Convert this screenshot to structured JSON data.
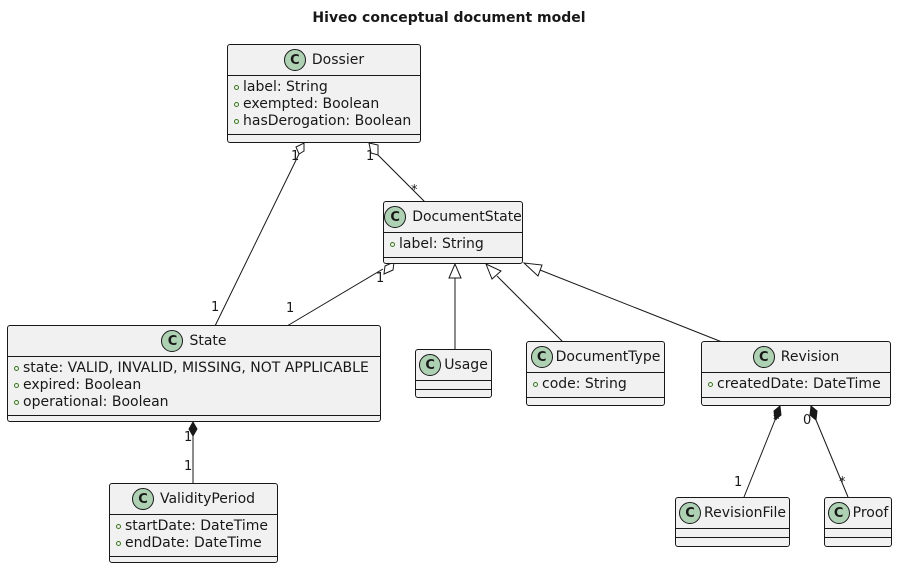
{
  "title": "Hiveo conceptual document model",
  "classes": {
    "dossier": {
      "name": "Dossier",
      "attributes": [
        "label: String",
        "exempted: Boolean",
        "hasDerogation: Boolean"
      ]
    },
    "document_state": {
      "name": "DocumentState",
      "attributes": [
        "label: String"
      ]
    },
    "state": {
      "name": "State",
      "attributes": [
        "state: VALID, INVALID, MISSING, NOT APPLICABLE",
        "expired: Boolean",
        "operational: Boolean"
      ]
    },
    "usage": {
      "name": "Usage",
      "attributes": []
    },
    "document_type": {
      "name": "DocumentType",
      "attributes": [
        "code: String"
      ]
    },
    "revision": {
      "name": "Revision",
      "attributes": [
        "createdDate: DateTime"
      ]
    },
    "validity_period": {
      "name": "ValidityPeriod",
      "attributes": [
        "startDate: DateTime",
        "endDate: DateTime"
      ]
    },
    "revision_file": {
      "name": "RevisionFile",
      "attributes": []
    },
    "proof": {
      "name": "Proof",
      "attributes": []
    }
  },
  "class_icon_letter": "C",
  "class_icon_color": "#add1b2",
  "relations": [
    {
      "from": "Dossier",
      "to": "State",
      "kind": "aggregation",
      "from_mult": "1",
      "to_mult": "1"
    },
    {
      "from": "Dossier",
      "to": "DocumentState",
      "kind": "aggregation",
      "from_mult": "1",
      "to_mult": "*"
    },
    {
      "from": "DocumentState",
      "to": "State",
      "kind": "aggregation",
      "from_mult": "1",
      "to_mult": "1"
    },
    {
      "from": "Usage",
      "to": "DocumentState",
      "kind": "inheritance"
    },
    {
      "from": "DocumentType",
      "to": "DocumentState",
      "kind": "inheritance"
    },
    {
      "from": "Revision",
      "to": "DocumentState",
      "kind": "inheritance"
    },
    {
      "from": "State",
      "to": "ValidityPeriod",
      "kind": "composition",
      "from_mult": "1",
      "to_mult": "1"
    },
    {
      "from": "Revision",
      "to": "RevisionFile",
      "kind": "composition",
      "from_mult": "*",
      "to_mult": "1"
    },
    {
      "from": "Revision",
      "to": "Proof",
      "kind": "composition",
      "from_mult": "0",
      "to_mult": "*"
    }
  ]
}
